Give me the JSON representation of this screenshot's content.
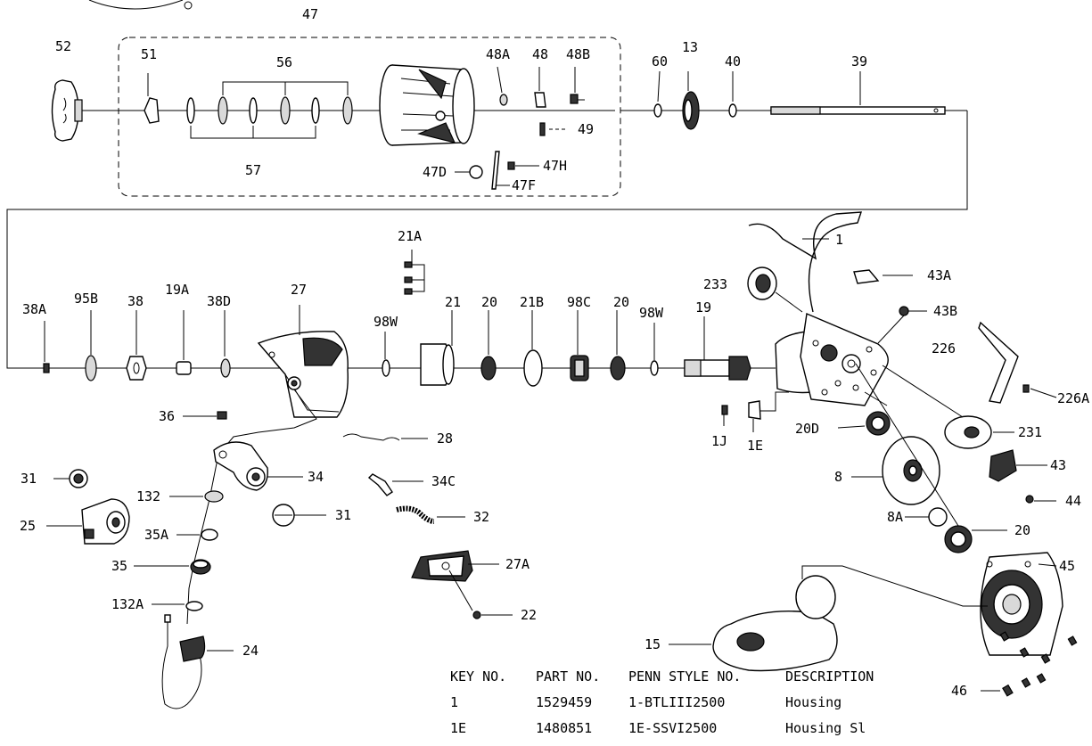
{
  "labels": {
    "k47": "47",
    "k52": "52",
    "k51": "51",
    "k56": "56",
    "k57": "57",
    "k48A": "48A",
    "k48": "48",
    "k48B": "48B",
    "k49": "49",
    "k47D": "47D",
    "k47H": "47H",
    "k47F": "47F",
    "k60": "60",
    "k13": "13",
    "k40": "40",
    "k39": "39",
    "k21A": "21A",
    "k38A": "38A",
    "k95B": "95B",
    "k38": "38",
    "k19A": "19A",
    "k38D": "38D",
    "k27": "27",
    "k98W_a": "98W",
    "k21": "21",
    "k20_a": "20",
    "k21B": "21B",
    "k98C": "98C",
    "k20_b": "20",
    "k98W_b": "98W",
    "k19": "19",
    "k233": "233",
    "k1": "1",
    "k43A": "43A",
    "k43B": "43B",
    "k226": "226",
    "k226A": "226A",
    "k1J": "1J",
    "k1E": "1E",
    "k20D": "20D",
    "k231": "231",
    "k43": "43",
    "k44": "44",
    "k8": "8",
    "k8A": "8A",
    "k20_c": "20",
    "k45": "45",
    "k46": "46",
    "k15": "15",
    "k36": "36",
    "k28": "28",
    "k31_a": "31",
    "k31_b": "31",
    "k34": "34",
    "k132": "132",
    "k34C": "34C",
    "k25": "25",
    "k35A": "35A",
    "k32": "32",
    "k35": "35",
    "k27A": "27A",
    "k132A": "132A",
    "k22": "22",
    "k24": "24"
  },
  "parts_table": {
    "headers": [
      "KEY NO.",
      "PART NO.",
      "PENN STYLE NO.",
      "DESCRIPTION"
    ],
    "rows": [
      [
        "1",
        "1529459",
        "1-BTLIII2500",
        "Housing"
      ],
      [
        "1E",
        "1480851",
        "1E-SSVI2500",
        "Housing Sl"
      ]
    ]
  },
  "colors": {
    "ink": "#000000",
    "paper": "#ffffff",
    "shade": "#333333"
  }
}
